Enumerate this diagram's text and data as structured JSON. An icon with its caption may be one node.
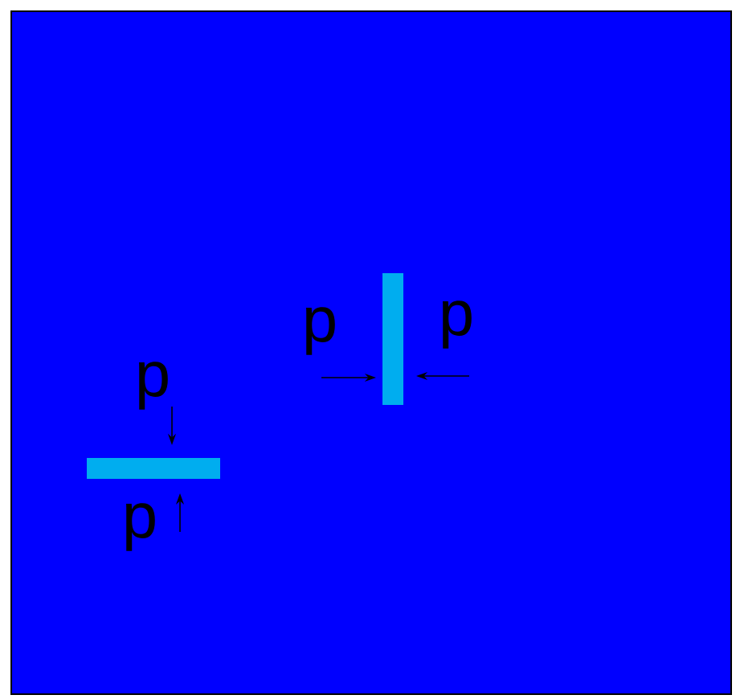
{
  "diagram": {
    "nodes": [
      {
        "text": [],
        "shape": "bar"
      },
      {
        "text": [],
        "shape": "bar"
      }
    ],
    "labels": [
      "p",
      "p",
      "p",
      "p"
    ]
  }
}
